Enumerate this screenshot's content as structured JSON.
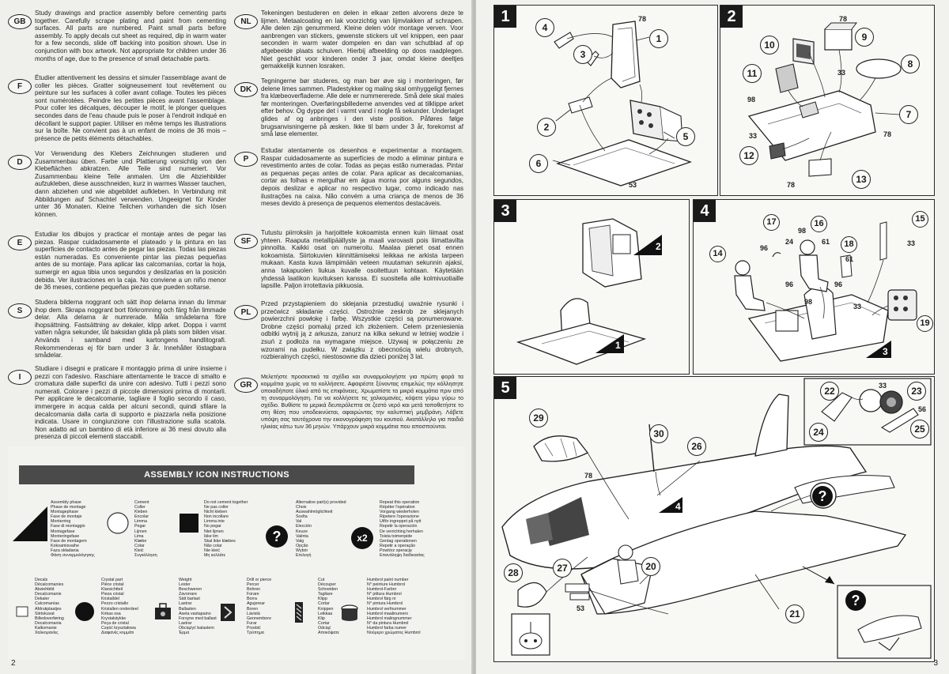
{
  "left_page": {
    "page_number": "2",
    "languages_left": [
      {
        "code": "GB",
        "text": "Study drawings and practice assembly before cementing parts together. Carefully scrape plating and paint from cementing surfaces. All parts are numbered. Paint small parts before assembly. To apply decals cut sheet as required, dip in warm water for a few seconds, slide off backing into position shown. Use in conjunction with box artwork. Not appropriate for children under 36 months of age, due to the presence of small detachable parts."
      },
      {
        "code": "F",
        "text": "Étudier attentivement les dessins et simuler l'assemblage avant de coller les pièces. Gratter soigneusement tout revêtement ou peinture sur les surfaces à coller avant collage. Toutes les pièces sont numérotées. Peindre les petites pièces avant l'assemblage. Pour coller les décalques, découper le motif, le plonger quelques secondes dans de l'eau chaude puis le poser à l'endroit indiqué en décollant le support papier. Utiliser en même temps les illustrations sur la boîte. Ne convient pas à un enfant de moins de 36 mois – présence de petits éléments détachables."
      },
      {
        "code": "D",
        "text": "Vor Verwendung des Klebers Zeichnungen studieren und Zusammenbau üben. Farbe und Plattierung vorsichtig von den Klebeflächen abkratzen. Alle Teile sind numeriert. Vor Zusammenbau kleine Teile anmalen. Um die Abziehbilder aufzukleben, diese ausschneiden, kurz in warmes Wasser tauchen, dann abziehen und wie abgebildet aufkleben. In Verbindung mit Abbildungen auf Schachtel verwenden. Ungeeignet für Kinder unter 36 Monaten. Kleine Teilchen vorhanden die sich lösen können."
      },
      {
        "code": "E",
        "text": "Estudiar los dibujos y practicar el montaje antes de pegar las piezas. Raspar cuidadosamente el plateado y la pintura en las superficies de contacto antes de pegar las piezas. Todas las piezas están numeradas. Es conveniente pintar las piezas pequeñas antes de su montaje. Para aplicar las calcomanías, cortar la hoja, sumergir en agua tibia unos segundos y deslizarlas en la posición debida. Ver ilustraciones en la caja. No conviene a un niño menor de 36 meses, contiene pequeñas piezas que pueden soltarse."
      },
      {
        "code": "S",
        "text": "Studera bilderna noggrant och sätt ihop delarna innan du limmar ihop dem. Skrapa noggrant bort förkromning och färg från limmade delar. Alla delarna är numrerade. Måla smådelarna före ihopsättning. Fastsättning av dekaler, klipp arket. Doppa i varmt vatten några sekunder, låt baksidan glida på plats som bilden visar. Används i samband med kartongens handlitografi. Rekommenderas ej för barn under 3 år. Innehåller löstagbara smådelar."
      },
      {
        "code": "I",
        "text": "Studiare i disegni e praticare il montaggio prima di unire insieme i pezzi con l'adesivo. Raschiare attentamente le tracce di smalto e cromatura dalle superfici da unire con adesivo. Tutti i pezzi sono numerati. Colorare i pezzi di piccole dimensioni prima di montarli. Per applicare le decalcomanie, tagliare il foglio secondo il caso, immergere in acqua calda per alcuni secondi, quindi sfilare la decalcomania dalla carta di supporto e piazzarla nella posizione indicata. Usare in congiunzione con l'illustrazione sulla scatola. Non adatto ad un bambino di età inferiore ai 36 mesi dovuto alla presenza di piccoli elementi staccabili."
      }
    ],
    "languages_right": [
      {
        "code": "NL",
        "text": "Tekeningen bestuderen en delen in elkaar zetten alvorens deze te lijmen. Metaalcoating en lak voorzichtig van lijmvlakken af schrapen. Alle delen zijn genummerd. Kleine delen vóór montage verven. Voor aanbrengen van stickers, gewenste stickers uit vel knippen, een paar seconden in warm water dompelen en dan van schutblad af op afgebeelde plaats schuiven. Hierbij afbeelding op doos raadplegen. Niet geschikt voor kinderen onder 3 jaar, omdat kleine deeltjes gemakkelijk kunnen losraken."
      },
      {
        "code": "DK",
        "text": "Tegningerne bør studeres, og man bør øve sig i monteringen, før delene limes sammen. Pladestykker og maling skal omhyggeligt fjernes fra klæbeoverfladerne. Alle dele er nummererede. Små dele skal males før monteringen. Overføringsbillederne anvendes ved at tilklippe arket efter behov. Og dyppe det i varmt vand i nogle få sekunder. Underlaget glides af og anbringes i den viste position. Påføres følge brugsanvisningerne på æsken. Ikke til børn under 3 år, forekomst af små løse elementer."
      },
      {
        "code": "P",
        "text": "Estudar atentamente os desenhos e experimentar a montagem. Raspar cuidadosamente as superfícies de modo a eliminar pintura e revestimento antes de colar. Todas as peças estão numeradas. Pintar as pequenas peças antes de colar. Para aplicar as decalcomanias, cortar as folhas e mergulhar em água morna por alguns segundos, depois deslizar e aplicar no respectivo lugar, como indicado nas ilustrações na caixa. Não convém a uma criança de menos de 36 meses devido à presença de pequenos elementos destacáveis."
      },
      {
        "code": "SF",
        "text": "Tutustu piirroksiin ja harjoittele kokoamista ennen kuin liimaat osat yhteen. Raaputa metallipäällyste ja maali varovasti pois liimattavilta pinnoilta. Kaikki osat on numeroitu. Maalaa pienet osat ennen kokoamista. Siirtokuvien kiinnittämiseksi leikkaa ne arkista tarpeen mukaan. Kasta kuva lämpimään veteen muutaman sekunnin ajaksi, anna takapuolen liukua kuvalle osoitettuun kohtaan. Käytetään yhdessä laatikon kuvituksen kanssa. Ei suositella alle kolmivuotiaille lapsille. Paljon irrotettavia pikkuosia."
      },
      {
        "code": "PL",
        "text": "Przed przystąpieniem do sklejania przestudiuj uważnie rysunki i przećwicz składanie części. Ostrożnie zeskrob ze sklejanych powierzchni powłokę i farbę. Wszystkie części są ponumerowane. Drobne części pomaluj przed ich złożeniem. Celem przeniesienia odbitki wytnij ją z arkusza, zanurz na kilka sekund w letniej wodzie i zsuń z podłoża na wymagane miejsce. Używaj w połączeniu ze wzorami na pudełku. W związku z obecnością wielu drobnych, rozbieralnych części, niestosowne dla dzieci poniżej 3 lat."
      },
      {
        "code": "GR",
        "text": "Μελετήστε προσεκτικά τα σχέδια και συναρμολογήστε για πρώτη φορά τα κομμάτια χωρίς να τα κολλήσετε. Αφαιρέστε ξύνοντας επιμελώς την κόλλησητε οποιαδήποτε ύλικό από τις επιφάνειες. Χρωματίστε τα μικρά κομμάτια πριν από τη συναρμολόγηση. Για να κολλήσετε τις χαλκομανίες, κόψετε γύρω γύρω το σχέδιο. Βυθίστε το μερικά δευτερόλεπτα σε ζεστό νερό και μετά τοποθετήστε το στη θέση που υποδεικνύεται, αφαιρώντας την καλυπτική μεμβράνη. Λάβετε υπόψη σας ταυτόχρονα την εικονογράφηση του κουτιού. Ακατάλληλο για παιδιά ηλικίας κάτω των 36 μηνών. Υπάρχουν μικρά κομμάτια που αποσπούνται."
      }
    ],
    "icon_panel": {
      "title": "ASSEMBLY ICON INSTRUCTIONS",
      "row1": [
        {
          "name": "assembly-phase",
          "lines": [
            "Assembly phase",
            "Phase de montage",
            "Montagephase",
            "Fase de montaje",
            "Monterring",
            "Fase di montaggio",
            "Montagefase",
            "Monteringsfase",
            "Fase de montagem",
            "Kokoamisvaihe",
            "Faza składania",
            "Φάση συναρμολόγησης"
          ]
        },
        {
          "name": "cement",
          "lines": [
            "Cement",
            "Coller",
            "Kleben",
            "Encolar",
            "Limma",
            "Pegar",
            "Lijmen",
            "Lima",
            "Klæbe",
            "Colar",
            "Kleić",
            "Συγκόλληση"
          ]
        },
        {
          "name": "do-not-cement",
          "lines": [
            "Do not cement together",
            "Ne pas coller",
            "Nicht kleben",
            "Non incollare",
            "Limma inte",
            "No pegar",
            "Niet lijmen",
            "Ikke lim",
            "Skal ikke klæbes",
            "Não colar",
            "Nie kleić",
            "Μη κολλάτε"
          ]
        },
        {
          "name": "alternative-parts",
          "lines": [
            "Alternative part(s) provided",
            "Choix",
            "Auswahlmöglichkeit",
            "Scelta",
            "Val",
            "Elección",
            "Keuze",
            "Valinta",
            "Valg",
            "Opção",
            "Wybór",
            "Επιλογή"
          ]
        },
        {
          "name": "repeat",
          "lines": [
            "Repeat this operation",
            "Répéter l'opération",
            "Vorgang wiederholen",
            "Ripetere l'operazione",
            "Utför ingreppet på nytt",
            "Repetir la operación",
            "De verrichting herhalen",
            "Toista toimenpide",
            "Gentag operationen",
            "Repetir a operação",
            "Powtórz operację",
            "Επανάληψη διαδικασίας"
          ]
        }
      ],
      "row2": [
        {
          "name": "decals",
          "lines": [
            "Decals",
            "Décalcomanies",
            "Abziehbild",
            "Decalcomanie",
            "Dekaler",
            "Calcomanías",
            "Afdrukplaatjes",
            "Siirtokuvat",
            "Billedoverføring",
            "Decalcomania",
            "Kalkomanie",
            "Χαλκομανίες"
          ]
        },
        {
          "name": "crystal-part",
          "lines": [
            "Crystal part",
            "Pièce cristal",
            "Klarsichtteil",
            "Pieza cristal",
            "Kristalldel",
            "Pezzo cristallo",
            "Kristallen onderdeel",
            "Kirkas osa",
            "Krystalstykke",
            "Peça de cristal",
            "Część kryształowa",
            "Διαφανές κομμάτι"
          ]
        },
        {
          "name": "weight",
          "lines": [
            "Weight",
            "Lester",
            "Beschweren",
            "Zavorrare",
            "Sätt barlast",
            "Lastrar",
            "Ballasten",
            "Aseta vastapaino",
            "Forsyne med ballast",
            "Lastrar",
            "Obciążyć balastem",
            "Έρμα"
          ]
        },
        {
          "name": "drill",
          "lines": [
            "Drill or pierce",
            "Percer",
            "Bohren",
            "Forare",
            "Borra",
            "Agujerear",
            "Boren",
            "Lävistä",
            "Gennembore",
            "Furar",
            "Przebić",
            "Τρύπημα"
          ]
        },
        {
          "name": "cut",
          "lines": [
            "Cut",
            "Découper",
            "Schneiden",
            "Tagliare",
            "Klipp",
            "Cortar",
            "Knippen",
            "Leikkaa",
            "Klip",
            "Cortar",
            "Odciąć",
            "Αποκόψατε"
          ]
        },
        {
          "name": "paint",
          "lines": [
            "Humbrol paint number",
            "N° peinture Humbrol",
            "Humbrol-Farbnr",
            "N° pittura Humbrol",
            "Humbrol färg nr",
            "N° pintura Humbrol",
            "Humbrol verfnummer",
            "Humbrol maalinumero",
            "Humbrol malingnummer",
            "N° da pintura Humbrol",
            "Humbrol farba numer",
            "Νούμερο χρώματος Humbrol"
          ]
        }
      ],
      "x2_label": "x2",
      "question_label": "?"
    }
  },
  "right_page": {
    "page_number": "3",
    "steps": [
      {
        "number": "1",
        "parts": [
          "1",
          "2",
          "3",
          "4",
          "5",
          "6"
        ],
        "refs": [
          "78",
          "53"
        ]
      },
      {
        "number": "2",
        "parts": [
          "7",
          "8",
          "9",
          "10",
          "11",
          "12",
          "13"
        ],
        "refs": [
          "78",
          "33",
          "98",
          "33",
          "78",
          "78"
        ]
      },
      {
        "number": "3",
        "arrows": [
          "1",
          "2"
        ]
      },
      {
        "number": "4",
        "parts": [
          "14",
          "15",
          "16",
          "17",
          "18",
          "19"
        ],
        "refs": [
          "96",
          "24",
          "98",
          "61",
          "33",
          "61",
          "96",
          "96",
          "98",
          "33"
        ],
        "arrow": "3"
      },
      {
        "number": "5",
        "parts": [
          "20",
          "21",
          "22",
          "23",
          "24",
          "25",
          "26",
          "27",
          "28",
          "29",
          "30"
        ],
        "refs": [
          "78",
          "33",
          "56",
          "53"
        ],
        "arrow": "4"
      }
    ],
    "qmark": "?"
  }
}
